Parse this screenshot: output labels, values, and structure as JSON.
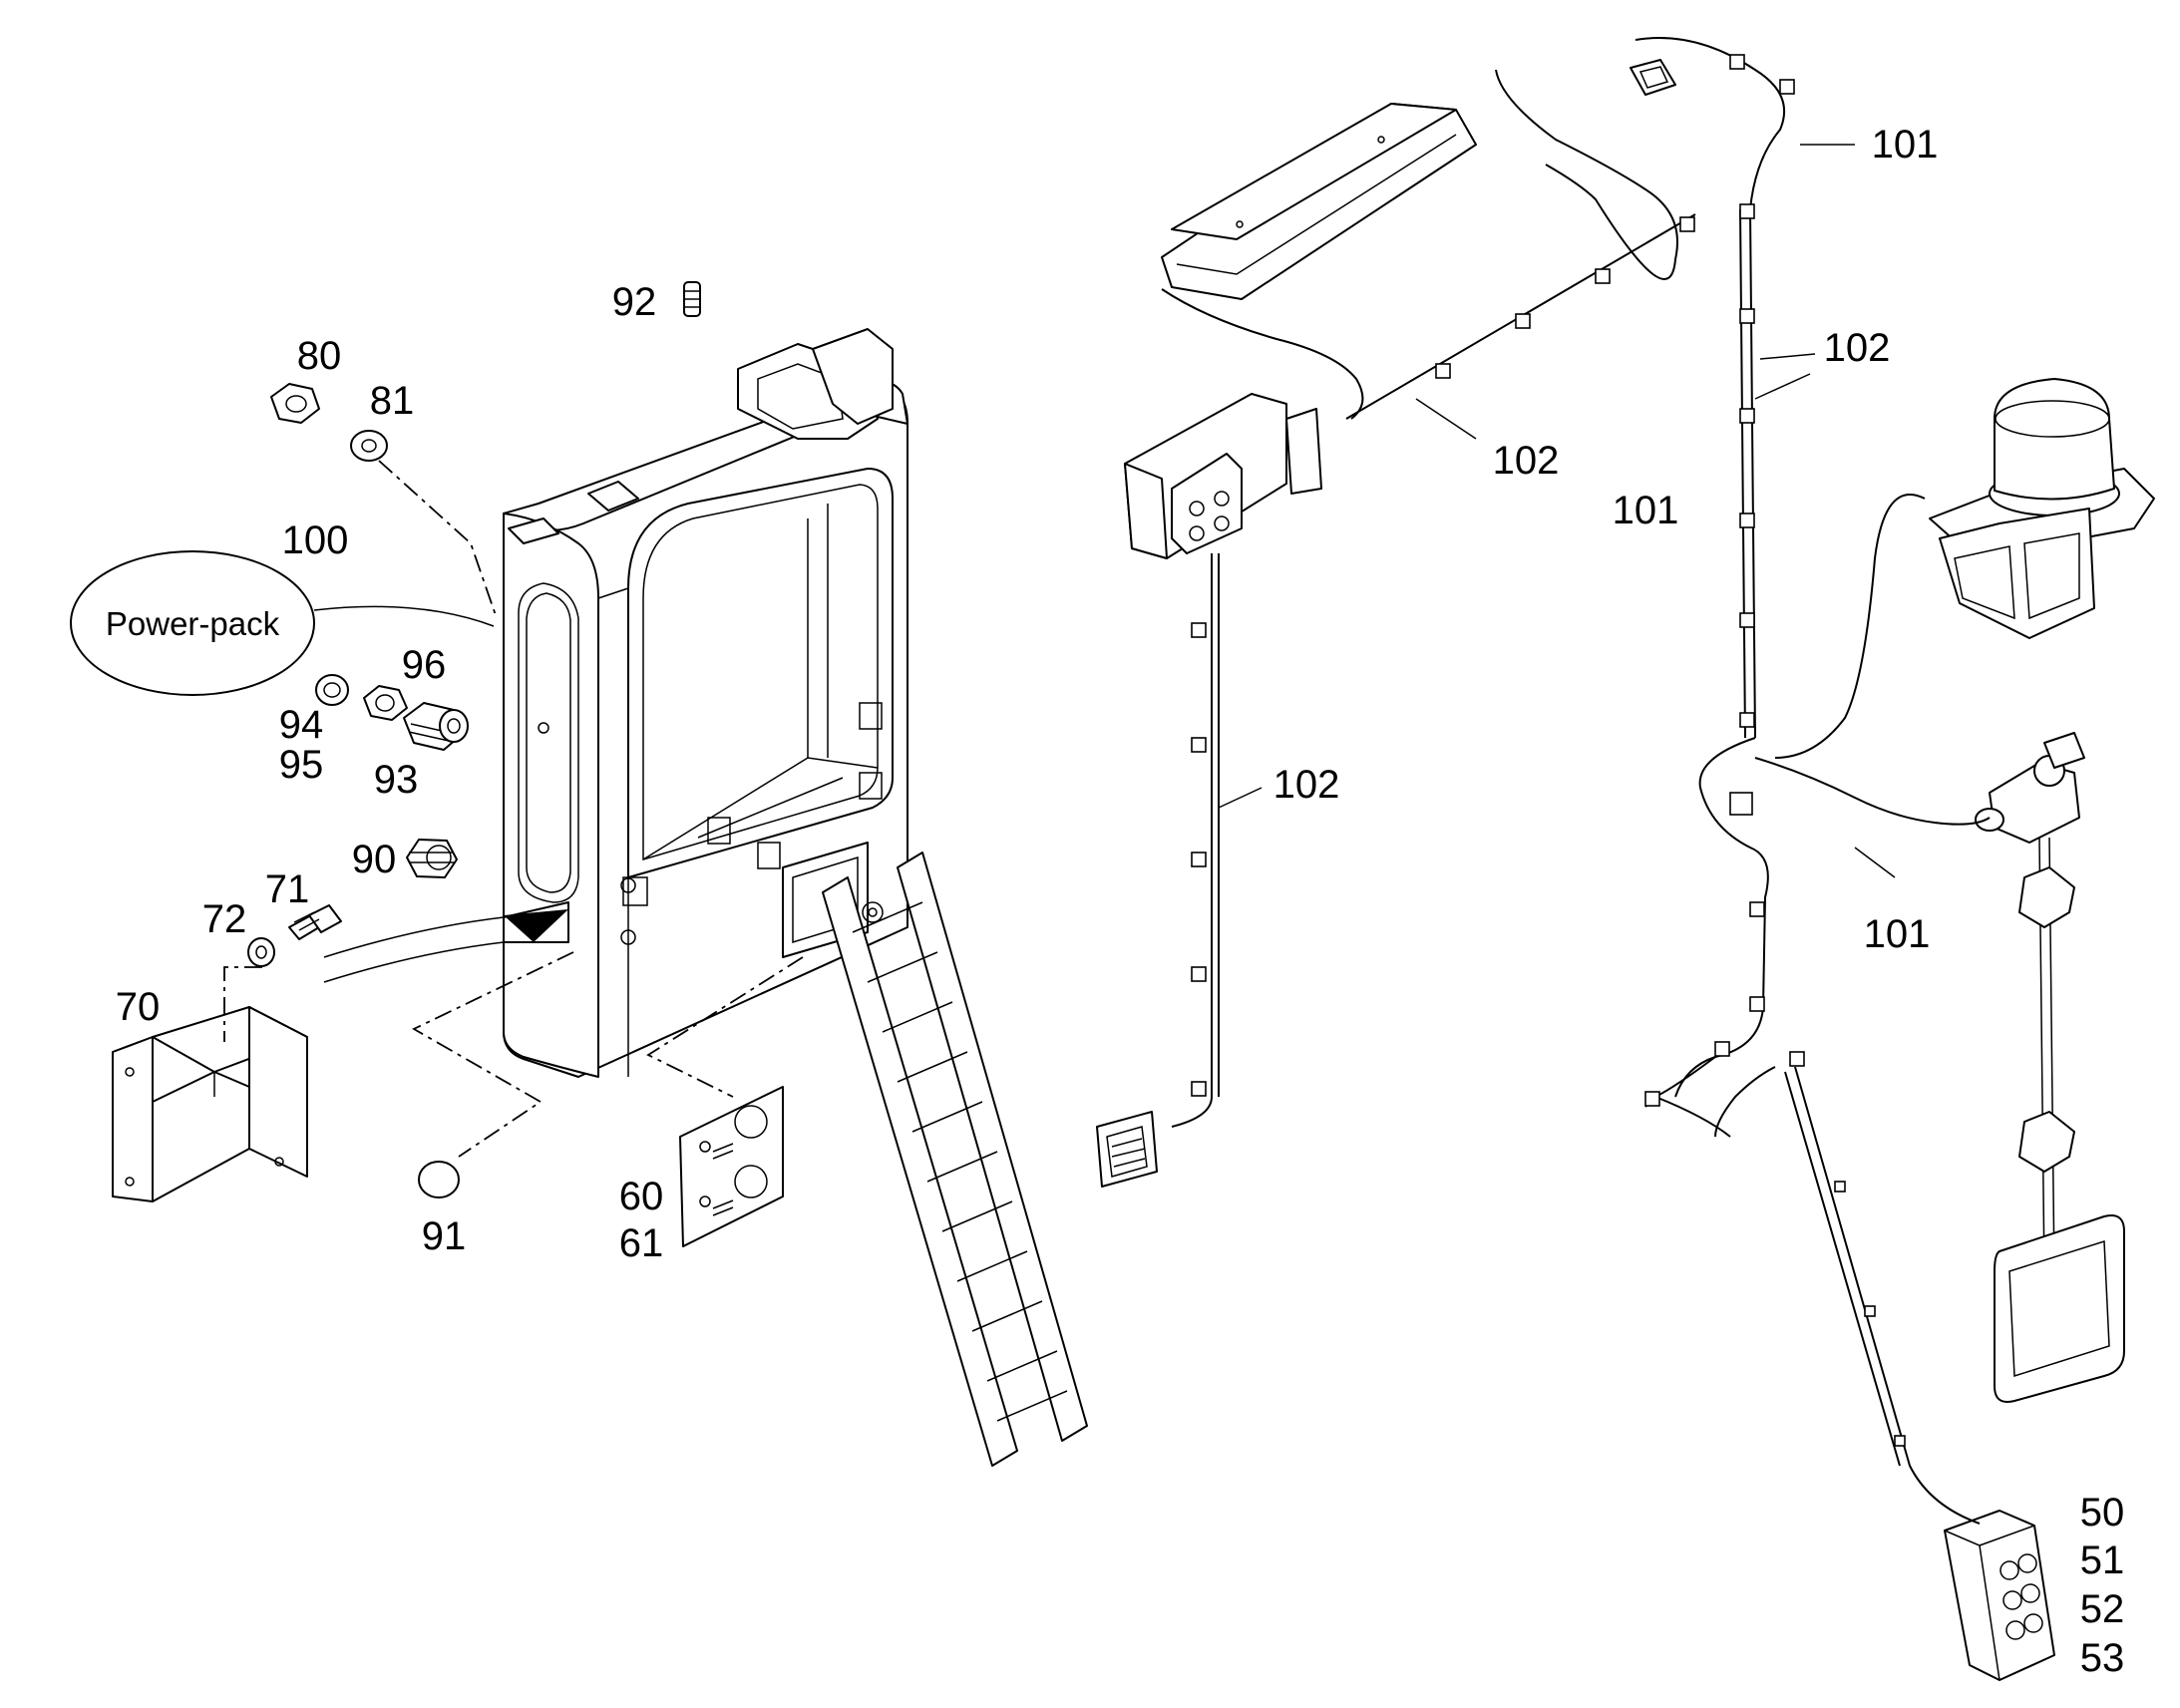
{
  "labels": {
    "l80": "80",
    "l81": "81",
    "l92": "92",
    "l100": "100",
    "l96": "96",
    "l94": "94",
    "l95": "95",
    "l93": "93",
    "l90": "90",
    "l71": "71",
    "l72": "72",
    "l70": "70",
    "l91": "91",
    "l60": "60",
    "l61": "61",
    "l101a": "101",
    "l102a": "102",
    "l102b": "102",
    "l101b": "101",
    "l102c": "102",
    "l101c": "101",
    "l50": "50",
    "l51": "51",
    "l52": "52",
    "l53": "53"
  },
  "callout": {
    "power_pack": "Power-pack"
  }
}
